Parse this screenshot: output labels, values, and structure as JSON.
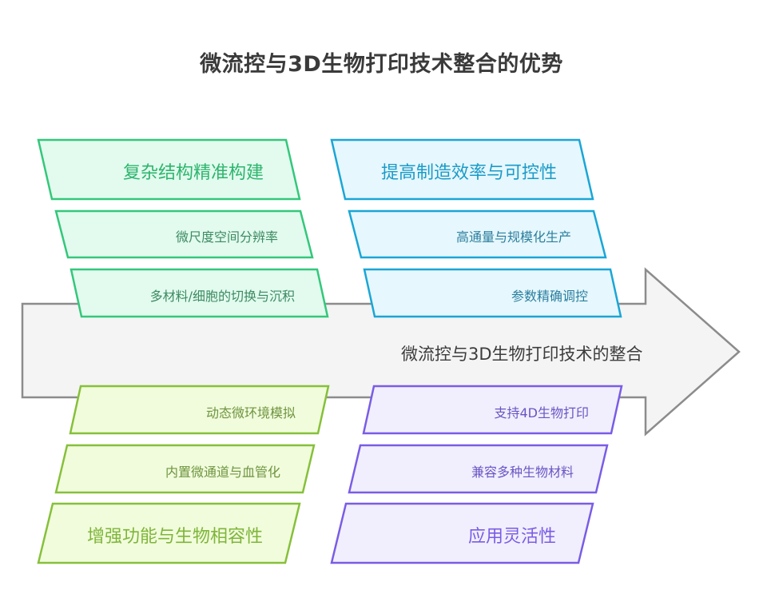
{
  "title": "微流控与3D生物打印技术整合的优势",
  "center_arrow": {
    "label": "微流控与3D生物打印技术的整合",
    "fill": "#f4f4f4",
    "stroke": "#8c8c8c",
    "text_color": "#3c3c3c"
  },
  "groups": [
    {
      "id": "complex-structure",
      "position": "top-left",
      "heading": "复杂结构精准构建",
      "items": [
        "微尺度空间分辨率",
        "多材料/细胞的切换与沉积"
      ],
      "colors": {
        "fill": "#e2fbee",
        "stroke": "#34c77b",
        "text": "#2eb46e",
        "subtext": "#3d8a62"
      }
    },
    {
      "id": "efficiency-control",
      "position": "top-right",
      "heading": "提高制造效率与可控性",
      "items": [
        "高通量与规模化生产",
        "参数精确调控"
      ],
      "colors": {
        "fill": "#e6f7fd",
        "stroke": "#1aa6d6",
        "text": "#1b9bc8",
        "subtext": "#2b7f9e"
      }
    },
    {
      "id": "function-biocompat",
      "position": "bottom-left",
      "heading": "增强功能与生物相容性",
      "items": [
        "动态微环境模拟",
        "内置微通道与血管化"
      ],
      "colors": {
        "fill": "#f1fcdc",
        "stroke": "#86c03a",
        "text": "#7fb53a",
        "subtext": "#6e9440"
      }
    },
    {
      "id": "application-flex",
      "position": "bottom-right",
      "heading": "应用灵活性",
      "items": [
        "支持4D生物打印",
        "兼容多种生物材料"
      ],
      "colors": {
        "fill": "#f1effd",
        "stroke": "#7a5ce6",
        "text": "#7a5ce6",
        "subtext": "#6a55c4"
      }
    }
  ]
}
